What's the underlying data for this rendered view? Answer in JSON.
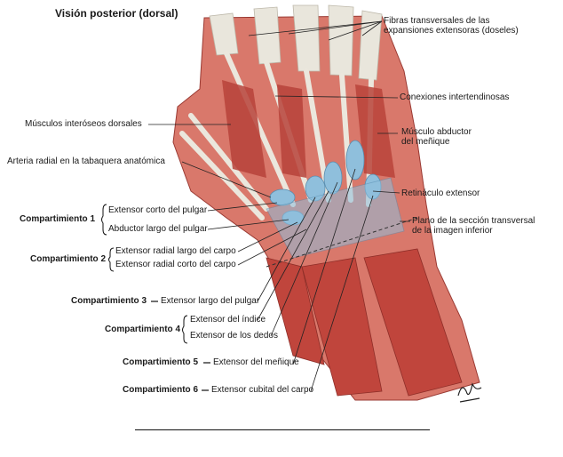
{
  "title": "Visión posterior (dorsal)",
  "labels_right": {
    "fibras_line1": "Fibras transversales de las",
    "fibras_line2": "expansiones extensoras (doseles)",
    "conexiones": "Conexiones intertendinosas",
    "abductor_line1": "Músculo abductor",
    "abductor_line2": "del meñique",
    "retinaculo": "Retináculo extensor",
    "plano_line1": "Plano de la sección transversal",
    "plano_line2": "de la imagen inferior"
  },
  "labels_left": {
    "interoseos": "Músculos interóseos dorsales",
    "arteria": "Arteria radial en la tabaquera anatómica"
  },
  "compartments": [
    {
      "name": "Compartimiento 1",
      "items": [
        "Extensor corto del pulgar",
        "Abductor largo del pulgar"
      ]
    },
    {
      "name": "Compartimiento 2",
      "items": [
        "Extensor radial largo del carpo",
        "Extensor radial corto del carpo"
      ]
    },
    {
      "name": "Compartimiento 3",
      "items": [
        "Extensor largo del pulgar"
      ]
    },
    {
      "name": "Compartimiento 4",
      "items": [
        "Extensor del índice",
        "Extensor de los dedos"
      ]
    },
    {
      "name": "Compartimiento 5",
      "items": [
        "Extensor del meñique"
      ]
    },
    {
      "name": "Compartimiento 6",
      "items": [
        "Extensor cubital del carpo"
      ]
    }
  ],
  "colors": {
    "muscle": "#c0453c",
    "muscle_light": "#d9786b",
    "tendon": "#e9e6dc",
    "sheath": "#8fbfdc",
    "bone": "#e8c99a"
  },
  "signature_icon": "signature-mark"
}
